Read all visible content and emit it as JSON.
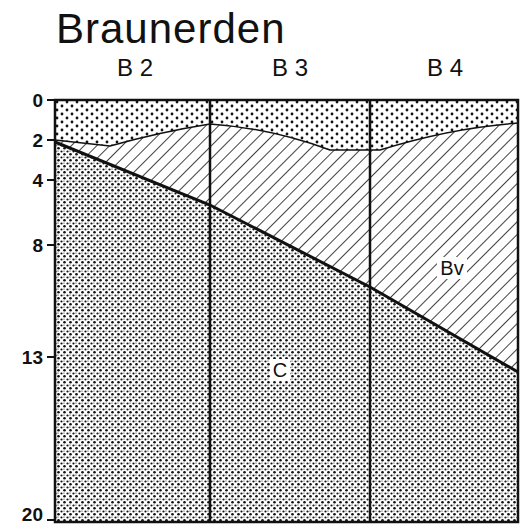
{
  "diagram": {
    "title": "Braunerden",
    "labels": [
      "B 2",
      "B 3",
      "B 4",
      "0",
      "2",
      "4",
      "8",
      "13",
      "20",
      "Bv",
      "C"
    ]
  }
}
